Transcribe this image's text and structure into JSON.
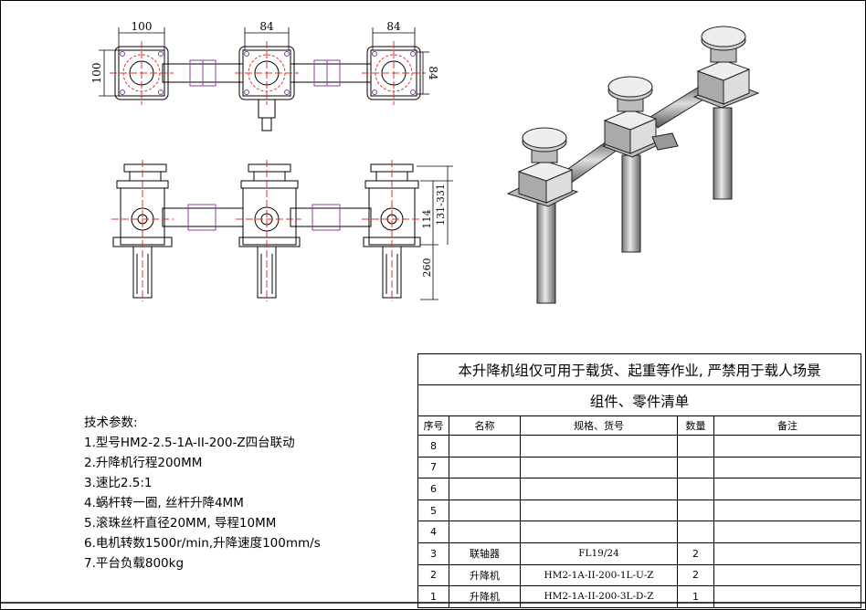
{
  "dimensions": {
    "top_left_width": "100",
    "top_left_height": "100",
    "top_mid_width": "84",
    "top_right_width": "84",
    "top_right_height": "84",
    "side_131_331": "131-331",
    "side_114": "114",
    "side_260": "260"
  },
  "tech_params": {
    "title": "技术参数:",
    "items": [
      "1.型号HM2-2.5-1A-II-200-Z四台联动",
      "2.升降机行程200MM",
      "3.速比2.5:1",
      "4.蜗杆转一圈, 丝杆升降4MM",
      "5.滚珠丝杆直径20MM, 导程10MM",
      "6.电机转数1500r/min,升降速度100mm/s",
      "7.平台负载800kg"
    ]
  },
  "table": {
    "warning": "本升降机组仅可用于载货、起重等作业, 严禁用于载人场景",
    "subtitle": "组件、零件清单",
    "headers": [
      "序号",
      "名称",
      "规格、货号",
      "数量",
      "备注"
    ],
    "rows": [
      {
        "no": "8",
        "name": "",
        "spec": "",
        "qty": "",
        "note": ""
      },
      {
        "no": "7",
        "name": "",
        "spec": "",
        "qty": "",
        "note": ""
      },
      {
        "no": "6",
        "name": "",
        "spec": "",
        "qty": "",
        "note": ""
      },
      {
        "no": "5",
        "name": "",
        "spec": "",
        "qty": "",
        "note": ""
      },
      {
        "no": "4",
        "name": "",
        "spec": "",
        "qty": "",
        "note": ""
      },
      {
        "no": "3",
        "name": "联轴器",
        "spec": "FL19/24",
        "qty": "2",
        "note": ""
      },
      {
        "no": "2",
        "name": "升降机",
        "spec": "HM2-1A-II-200-1L-U-Z",
        "qty": "2",
        "note": ""
      },
      {
        "no": "1",
        "name": "升降机",
        "spec": "HM2-1A-II-200-3L-D-Z",
        "qty": "1",
        "note": ""
      }
    ]
  }
}
